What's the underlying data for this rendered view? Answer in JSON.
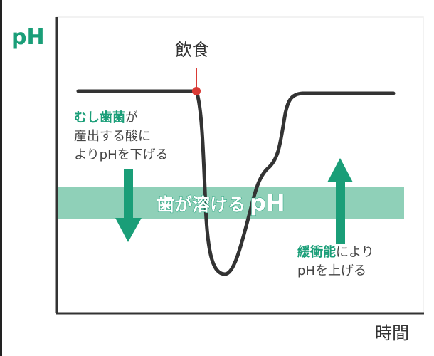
{
  "axes": {
    "y_label": "pH",
    "x_label": "時間"
  },
  "event": {
    "label": "飲食"
  },
  "band": {
    "label": "歯が溶ける",
    "label_ph": "pH"
  },
  "left_note": {
    "line1_green": "むし歯菌",
    "line1_rest": "が",
    "line2": "産出する酸に",
    "line3": "よりpHを下げる"
  },
  "right_note": {
    "line1_green": "緩衝能",
    "line1_rest": "により",
    "line2": "pHを上げる"
  },
  "colors": {
    "green": "#1a9e78",
    "band": "#8fd0b8",
    "curve": "#333333",
    "event": "#d93a35"
  }
}
